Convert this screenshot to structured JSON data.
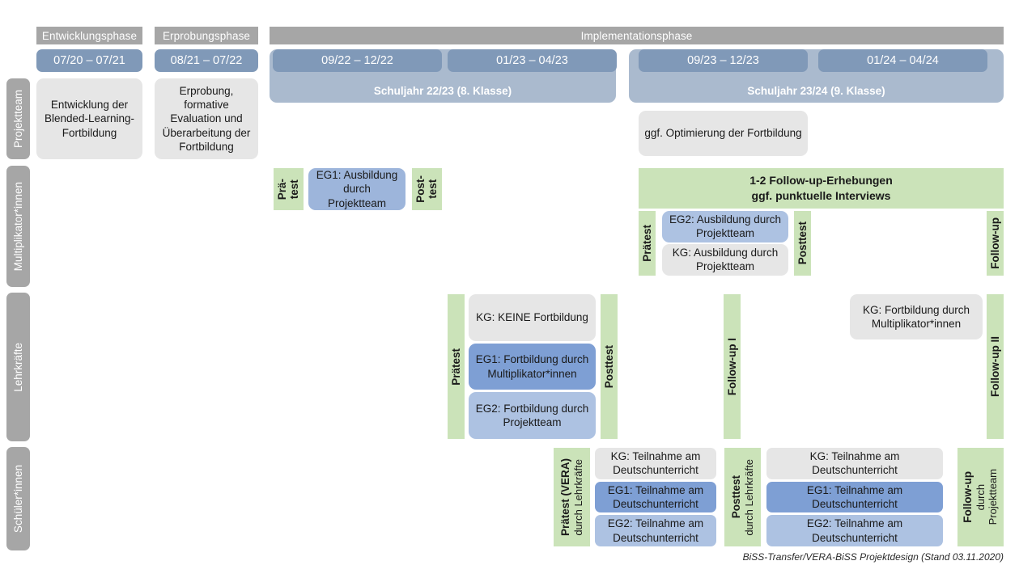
{
  "footer": {
    "caption": "BiSS-Transfer/VERA-BiSS Projektdesign (Stand 03.11.2020)"
  },
  "colors": {
    "phase_header": "#a6a6a6",
    "date_bar": "#8099b8",
    "year_band": "#aabace",
    "green": "#cbe3b9",
    "gray_box": "#e6e6e6",
    "blue_eg1": "#7e9fd4",
    "blue_eg2": "#adc2e2",
    "blue_mid": "#9db5db"
  },
  "phases": [
    {
      "label": "Entwicklungsphase"
    },
    {
      "label": "Erprobungsphase"
    },
    {
      "label": "Implementationsphase"
    }
  ],
  "periods": [
    {
      "label": "07/20 – 07/21"
    },
    {
      "label": "08/21 – 07/22"
    },
    {
      "label": "09/22 – 12/22"
    },
    {
      "label": "01/23 – 04/23"
    },
    {
      "label": "09/23 – 12/23"
    },
    {
      "label": "01/24 – 04/24"
    }
  ],
  "school_years": [
    {
      "label": "Schuljahr 22/23 (8. Klasse)"
    },
    {
      "label": "Schuljahr 23/24 (9. Klasse)"
    }
  ],
  "rows": [
    {
      "id": "projektteam",
      "label": "Projektteam"
    },
    {
      "id": "multiplikatorinnen",
      "label": "Multiplikator*innen"
    },
    {
      "id": "lehrkraefte",
      "label": "Lehrkräfte"
    },
    {
      "id": "schuelerinnen",
      "label": "Schüler*innen"
    }
  ],
  "projektteam": {
    "entwicklung": "Entwicklung der Blended-Learning-Fortbildung",
    "erprobung": "Erprobung, formative Evaluation und Überarbeitung der Fortbildung",
    "optimierung": "ggf. Optimierung der Fortbildung"
  },
  "multiplikatoren": {
    "praetest_1_line1": "Prä-",
    "praetest_1_line2": "test",
    "posttest_1_line1": "Post-",
    "posttest_1_line2": "test",
    "eg1": "EG1: Ausbildung durch Projektteam",
    "followup_banner_line1": "1-2 Follow-up-Erhebungen",
    "followup_banner_line2": "ggf. punktuelle Interviews",
    "praetest_2": "Prätest",
    "posttest_2": "Posttest",
    "followup": "Follow-up",
    "eg2": "EG2: Ausbildung durch Projektteam",
    "kg": "KG: Ausbildung durch Projektteam"
  },
  "lehrkraefte": {
    "praetest": "Prätest",
    "posttest": "Posttest",
    "followup_1": "Follow-up I",
    "followup_2": "Follow-up II",
    "kg_keine": "KG:  KEINE Fortbildung",
    "eg1": "EG1: Fortbildung durch Multiplikator*innen",
    "eg2": "EG2: Fortbildung durch Projektteam",
    "kg_right": "KG: Fortbildung durch Multiplikator*innen"
  },
  "schuelerinnen": {
    "praetest_main": "Prätest (VERA)",
    "praetest_sub": "durch Lehrkräfte",
    "posttest_main": "Posttest",
    "posttest_sub": "durch Lehrkräfte",
    "followup_main": "Follow-up",
    "followup_sub_line1": "durch",
    "followup_sub_line2": "Projektteam",
    "kg": "KG: Teilnahme am Deutschunterricht",
    "eg1": "EG1: Teilnahme am Deutschunterricht",
    "eg2": "EG2: Teilnahme am Deutschunterricht"
  }
}
